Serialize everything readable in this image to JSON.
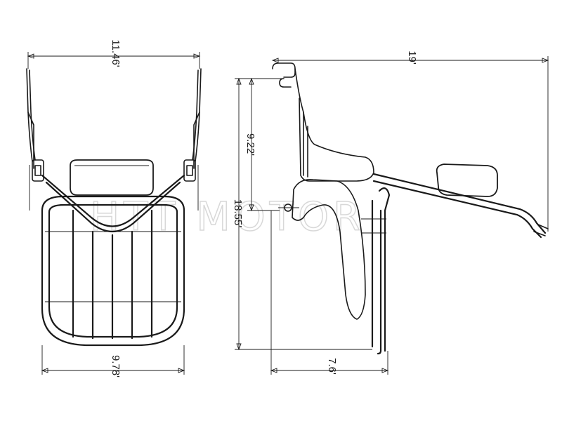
{
  "dimensions": {
    "front_width_top": "11.46'",
    "front_width_bottom": "9.78'",
    "side_length_top": "19'",
    "side_height_total": "18.55'",
    "side_height_upper": "9.22'",
    "side_width_bottom": "7.6'"
  },
  "watermark": "HTT MOTOR"
}
